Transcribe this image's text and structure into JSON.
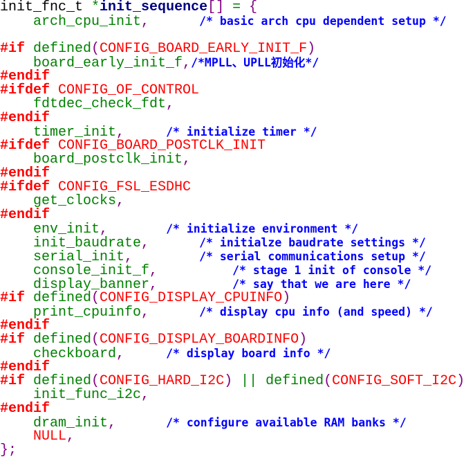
{
  "colors": {
    "plain": "#000000",
    "identifier": "#000080",
    "punctuation": "#800080",
    "function": "#008000",
    "comment": "#0000ff",
    "preprocessor": "#ff0000",
    "macro": "#ff0000"
  },
  "lines": [
    [
      [
        "init_fnc_t ",
        "p"
      ],
      [
        "*",
        "fn"
      ],
      [
        "init_sequence",
        "id"
      ],
      [
        "[]",
        "pu"
      ],
      [
        " = ",
        "fn"
      ],
      [
        "{",
        "pu"
      ]
    ],
    [
      [
        "    arch_cpu_init",
        "fn"
      ],
      [
        ",",
        "pu"
      ],
      [
        "      ",
        "p"
      ],
      [
        "/* basic arch cpu dependent setup */",
        "cm"
      ]
    ],
    [],
    [
      [
        "#if",
        "pp"
      ],
      [
        " defined",
        "fn"
      ],
      [
        "(",
        "pu"
      ],
      [
        "CONFIG_BOARD_EARLY_INIT_F",
        "mac"
      ],
      [
        ")",
        "pu"
      ]
    ],
    [
      [
        "    board_early_init_f",
        "fn"
      ],
      [
        ",",
        "pu"
      ],
      [
        "/*MPLL、UPLL初始化*/",
        "cm"
      ]
    ],
    [
      [
        "#endif",
        "pp"
      ]
    ],
    [
      [
        "#ifdef",
        "pp"
      ],
      [
        " CONFIG_OF_CONTROL",
        "mac"
      ]
    ],
    [
      [
        "    fdtdec_check_fdt",
        "fn"
      ],
      [
        ",",
        "pu"
      ]
    ],
    [
      [
        "#endif",
        "pp"
      ]
    ],
    [
      [
        "    timer_init",
        "fn"
      ],
      [
        ",",
        "pu"
      ],
      [
        "     ",
        "p"
      ],
      [
        "/* initialize timer */",
        "cm"
      ]
    ],
    [
      [
        "#ifdef",
        "pp"
      ],
      [
        " CONFIG_BOARD_POSTCLK_INIT",
        "mac"
      ]
    ],
    [
      [
        "    board_postclk_init",
        "fn"
      ],
      [
        ",",
        "pu"
      ]
    ],
    [
      [
        "#endif",
        "pp"
      ]
    ],
    [
      [
        "#ifdef",
        "pp"
      ],
      [
        " CONFIG_FSL_ESDHC",
        "mac"
      ]
    ],
    [
      [
        "    get_clocks",
        "fn"
      ],
      [
        ",",
        "pu"
      ]
    ],
    [
      [
        "#endif",
        "pp"
      ]
    ],
    [
      [
        "    env_init",
        "fn"
      ],
      [
        ",",
        "pu"
      ],
      [
        "       ",
        "p"
      ],
      [
        "/* initialize environment */",
        "cm"
      ]
    ],
    [
      [
        "    init_baudrate",
        "fn"
      ],
      [
        ",",
        "pu"
      ],
      [
        "      ",
        "p"
      ],
      [
        "/* initialze baudrate settings */",
        "cm"
      ]
    ],
    [
      [
        "    serial_init",
        "fn"
      ],
      [
        ",",
        "pu"
      ],
      [
        "        ",
        "p"
      ],
      [
        "/* serial communications setup */",
        "cm"
      ]
    ],
    [
      [
        "    console_init_f",
        "fn"
      ],
      [
        ",",
        "pu"
      ],
      [
        "         ",
        "p"
      ],
      [
        "/* stage 1 init of console */",
        "cm"
      ]
    ],
    [
      [
        "    display_banner",
        "fn"
      ],
      [
        ",",
        "pu"
      ],
      [
        "         ",
        "p"
      ],
      [
        "/* say that we are here */",
        "cm"
      ]
    ],
    [
      [
        "#if",
        "pp"
      ],
      [
        " defined",
        "fn"
      ],
      [
        "(",
        "pu"
      ],
      [
        "CONFIG_DISPLAY_CPUINFO",
        "mac"
      ],
      [
        ")",
        "pu"
      ]
    ],
    [
      [
        "    print_cpuinfo",
        "fn"
      ],
      [
        ",",
        "pu"
      ],
      [
        "      ",
        "p"
      ],
      [
        "/* display cpu info (and speed) */",
        "cm"
      ]
    ],
    [
      [
        "#endif",
        "pp"
      ]
    ],
    [
      [
        "#if",
        "pp"
      ],
      [
        " defined",
        "fn"
      ],
      [
        "(",
        "pu"
      ],
      [
        "CONFIG_DISPLAY_BOARDINFO",
        "mac"
      ],
      [
        ")",
        "pu"
      ]
    ],
    [
      [
        "    checkboard",
        "fn"
      ],
      [
        ",",
        "pu"
      ],
      [
        "     ",
        "p"
      ],
      [
        "/* display board info */",
        "cm"
      ]
    ],
    [
      [
        "#endif",
        "pp"
      ]
    ],
    [
      [
        "#if",
        "pp"
      ],
      [
        " defined",
        "fn"
      ],
      [
        "(",
        "pu"
      ],
      [
        "CONFIG_HARD_I2C",
        "mac"
      ],
      [
        ")",
        "pu"
      ],
      [
        " || ",
        "fn"
      ],
      [
        "defined",
        "fn"
      ],
      [
        "(",
        "pu"
      ],
      [
        "CONFIG_SOFT_I2C",
        "mac"
      ],
      [
        ")",
        "pu"
      ]
    ],
    [
      [
        "    init_func_i2c",
        "fn"
      ],
      [
        ",",
        "pu"
      ]
    ],
    [
      [
        "#endif",
        "pp"
      ]
    ],
    [
      [
        "    dram_init",
        "fn"
      ],
      [
        ",",
        "pu"
      ],
      [
        "      ",
        "p"
      ],
      [
        "/* configure available RAM banks */",
        "cm"
      ]
    ],
    [
      [
        "    NULL",
        "mac"
      ],
      [
        ",",
        "pu"
      ]
    ],
    [
      [
        "}",
        "pu"
      ],
      [
        ";",
        "pu"
      ]
    ]
  ]
}
